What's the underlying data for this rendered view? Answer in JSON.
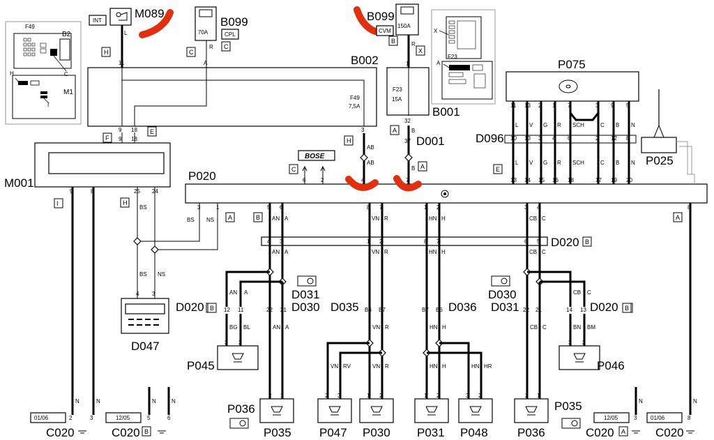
{
  "components": {
    "M089": "M089",
    "B099_left": "B099",
    "B099_right": "B099",
    "B002": "B002",
    "B001": "B001",
    "D001": "D001",
    "P075": "P075",
    "D096": "D096",
    "P025": "P025",
    "M001": "M001",
    "P020": "P020",
    "D047": "D047",
    "D020_mid": "D020",
    "D020_left": "D020",
    "D020_right": "D020",
    "D030_left": "D030",
    "D031_left": "D031",
    "D030_right": "D030",
    "D031_right": "D031",
    "D035": "D035",
    "D036": "D036",
    "P045": "P045",
    "P046": "P046",
    "P036_left": "P036",
    "P035_left": "P035",
    "P047": "P047",
    "P030": "P030",
    "P031": "P031",
    "P048": "P048",
    "P036_right": "P036",
    "P035_right": "P035",
    "C020_1": "C020",
    "C020_2": "C020",
    "C020_3": "C020",
    "C020_4": "C020"
  },
  "labels": {
    "int": "INT",
    "cpl": "CPL",
    "cvm": "CVM",
    "fuse70": "70A",
    "fuse150": "150A",
    "f49": "F49",
    "f49_val": "7,5A",
    "f23": "F23",
    "f23_val": "15A",
    "inset_f49": "F49",
    "inset_b2": "B2",
    "inset_m1": "M1",
    "inset_f23": "F23",
    "bose": "BOSE",
    "c020_l1": "01/06",
    "c020_l2": "12/05",
    "c020_r1": "12/05",
    "c020_r2": "01/06"
  },
  "tags": {
    "H1": "H",
    "C1": "C",
    "C2": "C",
    "B1": "B",
    "X1": "X",
    "H2": "H",
    "C3": "C",
    "A1": "A",
    "E1": "E",
    "E2": "E",
    "F1": "F",
    "I1": "I",
    "H3": "H",
    "A2": "A",
    "B2": "B",
    "B3": "B",
    "A3": "A",
    "A4": "A",
    "Bd020": "B",
    "B4": "B",
    "B5": "B",
    "Bc020": "B",
    "Ac020": "A"
  }
}
